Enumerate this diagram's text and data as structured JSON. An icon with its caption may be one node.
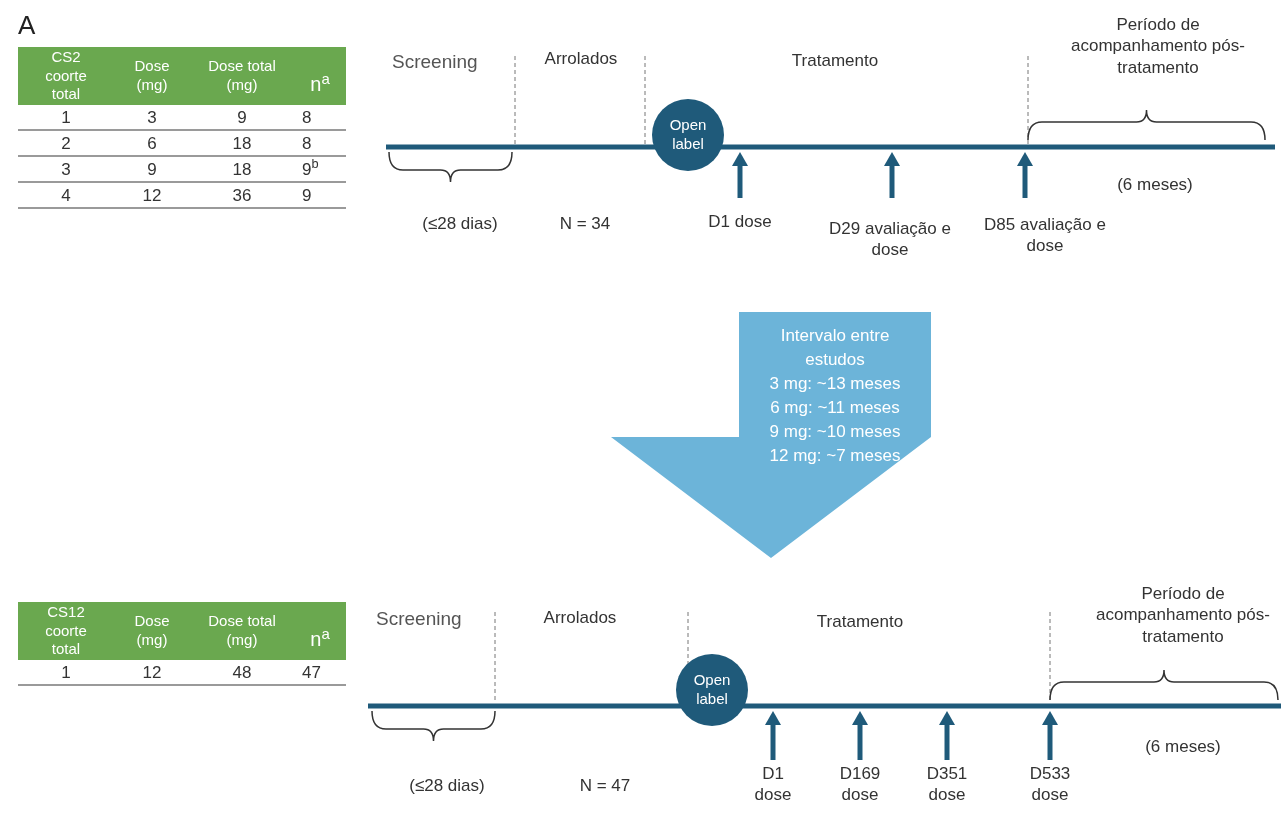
{
  "diagram": {
    "nodes": [
      {
        "text": [
          "Open label"
        ]
      },
      {
        "text": [
          "Intervalo entre estudos",
          "3 mg: ~13 meses",
          "6 mg: ~11 meses",
          "9 mg: ~10 meses",
          "12 mg: ~7 meses"
        ]
      },
      {
        "text": [
          "Open label"
        ]
      }
    ],
    "labels": [
      "A",
      "CS2 coorte total",
      "Dose (mg)",
      "Dose total (mg)",
      "n$^{a}$",
      "1",
      "3",
      "9",
      "8",
      "2",
      "6",
      "18",
      "8",
      "3",
      "9",
      "18",
      "9$^{b}$",
      "4",
      "12",
      "36",
      "9",
      "Screening",
      "Arrolados",
      "Tratamento",
      "Período de acompanhamento pós-tratamento",
      "(≤28 dias)",
      "N = 34",
      "D1 dose",
      "D29 avaliação e dose",
      "D85 avaliação e dose",
      "(6 meses)",
      "CS12 coorte total",
      "Dose (mg)",
      "Dose total (mg)",
      "n$^{a}$",
      "1",
      "12",
      "48",
      "47",
      "Screening",
      "Arrolados",
      "Tratamento",
      "Período de acompanhamento pós-tratamento",
      "(≤28 dias)",
      "N = 47",
      "D1 dose",
      "D169 dose",
      "D351 dose",
      "D533 dose",
      "(6 meses)"
    ]
  }
}
